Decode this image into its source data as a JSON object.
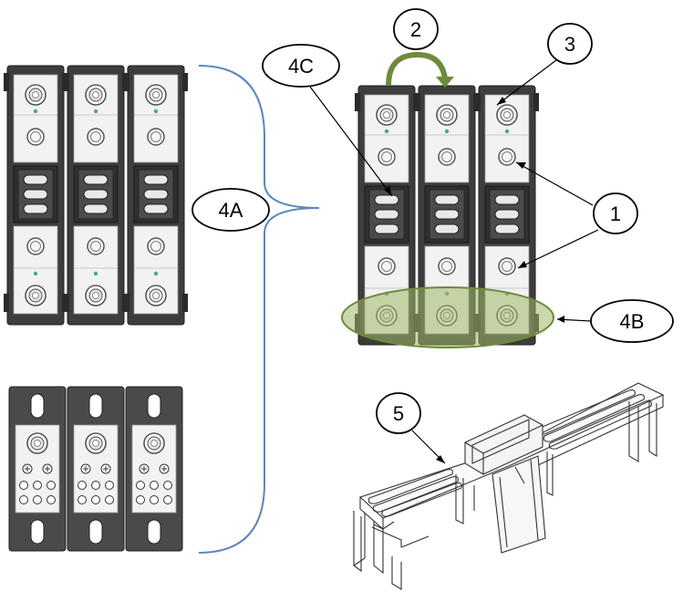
{
  "callouts": {
    "c1": "1",
    "c2": "2",
    "c3": "3",
    "c4a": "4A",
    "c4b": "4B",
    "c4c": "4C",
    "c5": "5"
  },
  "colors": {
    "bracket": "#5b86c0",
    "rotate_arrow": "#6e8b3d",
    "highlight_fill": "#9fb866",
    "highlight_stroke": "#6e8b3d",
    "module_dark": "#3f3f3f",
    "module_panel": "#f2f2f2"
  },
  "icons": {
    "rotate": "curved-arrow-icon"
  }
}
